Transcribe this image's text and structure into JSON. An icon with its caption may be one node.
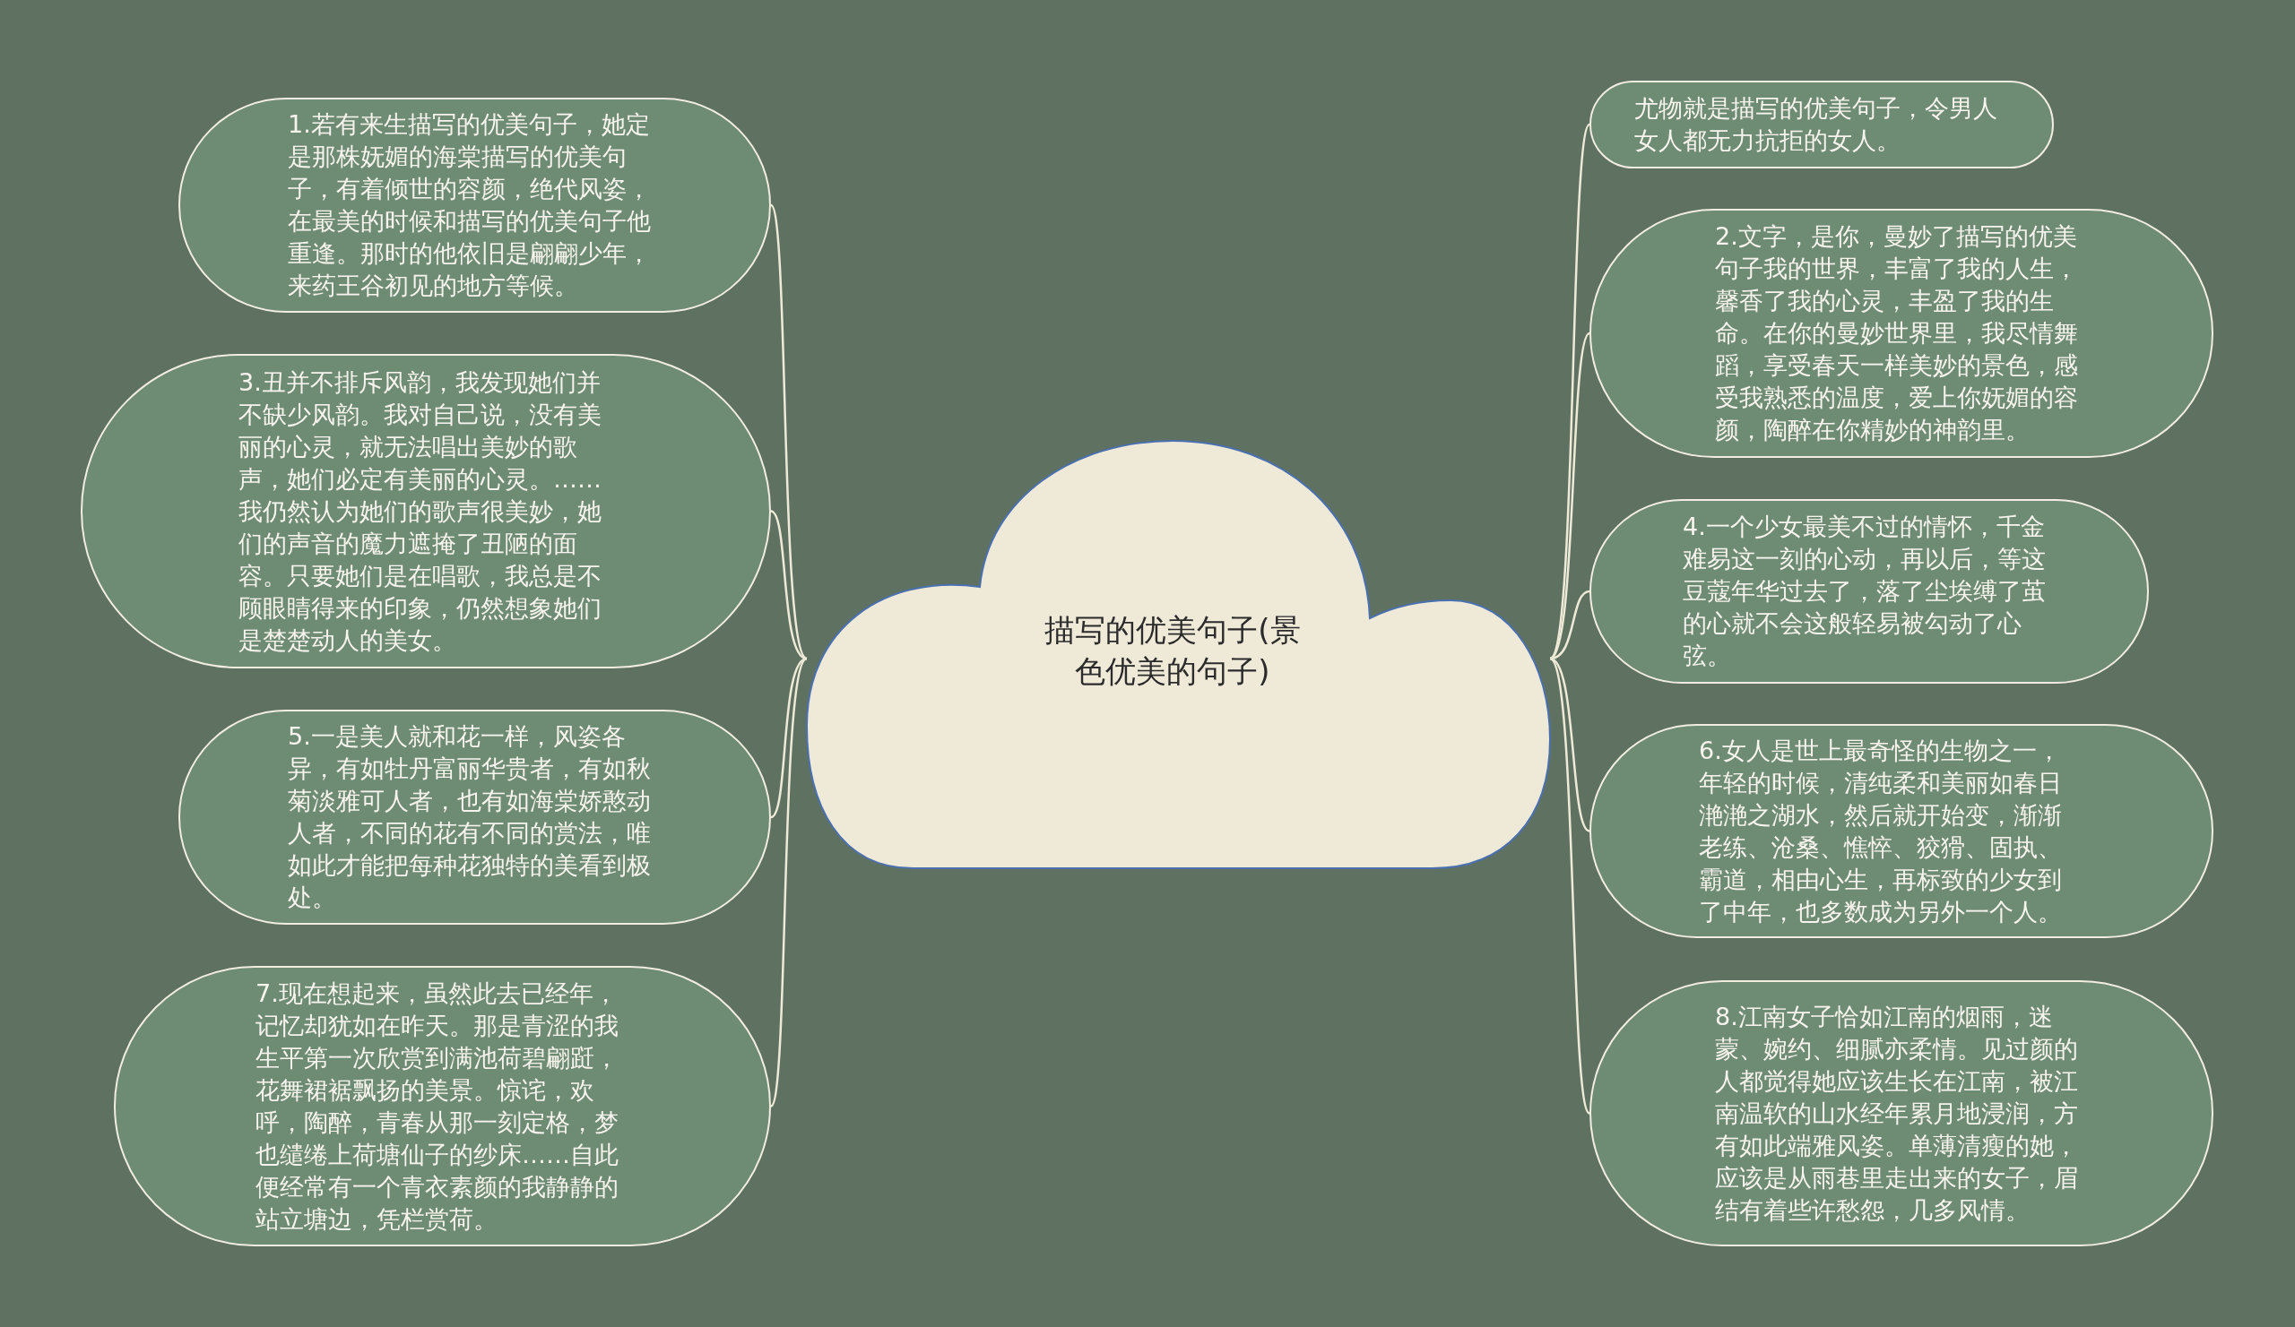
{
  "diagram": {
    "nodes": [
      {
        "text": [
          "描写的优美句子(景色优美的句子)"
        ]
      },
      {
        "text": [
          "尤物就是描写的优美句子，令男人女人都无力抗拒的女人。"
        ]
      },
      {
        "text": [
          "1.若有来生描写的优美句子，她定是那株妩媚的海棠描写的优美句子，有着倾世的容颜，绝代风姿，在最美的时候和描写的优美句子他重逢。那时的他依旧是翩翩少年，来药王谷初见的地方等候。"
        ]
      },
      {
        "text": [
          "2.文字，是你，曼妙了描写的优美句子我的世界，丰富了我的人生，馨香了我的心灵，丰盈了我的生命。在你的曼妙世界里，我尽情舞蹈，享受春天一样美妙的景色，感受我熟悉的温度，爱上你妩媚的容颜，陶醉在你精妙的神韵里。"
        ]
      },
      {
        "text": [
          "3.丑并不排斥风韵，我发现她们并不缺少风韵。我对自己说，没有美丽的心灵，就无法唱出美妙的歌声，她们必定有美丽的心灵。……我仍然认为她们的歌声很美妙，她们的声音的魔力遮掩了丑陋的面容。只要她们是在唱歌，我总是不顾眼睛得来的印象，仍然想象她们是楚楚动人的美女。"
        ]
      },
      {
        "text": [
          "4.一个少女最美不过的情怀，千金难易这一刻的心动，再以后，等这豆蔻年华过去了，落了尘埃缚了茧的心就不会这般轻易被勾动了心弦。"
        ]
      },
      {
        "text": [
          "5.一是美人就和花一样，风姿各异，有如牡丹富丽华贵者，有如秋菊淡雅可人者，也有如海棠娇憨动人者，不同的花有不同的赏法，唯如此才能把每种花独特的美看到极处。"
        ]
      },
      {
        "text": [
          "6.女人是世上最奇怪的生物之一，年轻的时候，清纯柔和美丽如春日滟滟之湖水，然后就开始变，渐渐老练、沧桑、憔悴、狡猾、固执、霸道，相由心生，再标致的少女到了中年，也多数成为另外一个人。"
        ]
      },
      {
        "text": [
          "7.现在想起来，虽然此去已经年，记忆却犹如在昨天。那是青涩的我生平第一次欣赏到满池荷碧翩跹，花舞裙裾飘扬的美景。惊诧，欢呼，陶醉，青春从那一刻定格，梦也缱绻上荷塘仙子的纱床……自此便经常有一个青衣素颜的我静静的站立塘边，凭栏赏荷。"
        ]
      },
      {
        "text": [
          "8.江南女子恰如江南的烟雨，迷蒙、婉约、细腻亦柔情。见过颜的人都觉得她应该生长在江南，被江南温软的山水经年累月地浸润，方有如此端雅风姿。单薄清瘦的她，应该是从雨巷里走出来的女子，眉结有着些许愁怨，几多风情。"
        ]
      }
    ],
    "edges": [
      {
        "from": 0,
        "to": 1,
        "arrow": "none"
      },
      {
        "from": 0,
        "to": 2,
        "arrow": "none"
      },
      {
        "from": 0,
        "to": 3,
        "arrow": "none"
      },
      {
        "from": 0,
        "to": 4,
        "arrow": "none"
      },
      {
        "from": 0,
        "to": 5,
        "arrow": "none"
      },
      {
        "from": 0,
        "to": 6,
        "arrow": "none"
      },
      {
        "from": 0,
        "to": 7,
        "arrow": "none"
      },
      {
        "from": 0,
        "to": 8,
        "arrow": "none"
      },
      {
        "from": 0,
        "to": 9,
        "arrow": "none"
      }
    ]
  }
}
